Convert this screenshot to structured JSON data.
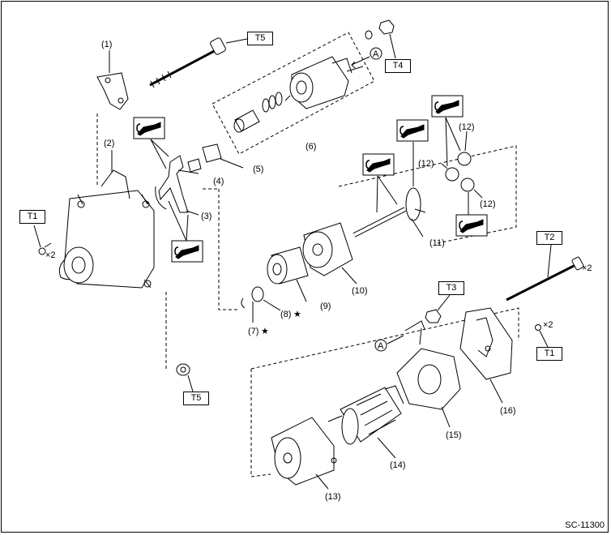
{
  "figure_id": "SC-11300",
  "callouts": {
    "p1": "(1)",
    "p2": "(2)",
    "p3": "(3)",
    "p4": "(4)",
    "p5": "(5)",
    "p6": "(6)",
    "p7": "(7)",
    "p8": "(8)",
    "p9": "(9)",
    "p10": "(10)",
    "p11": "(11)",
    "p12a": "(12)",
    "p12b": "(12)",
    "p12c": "(12)",
    "p13": "(13)",
    "p14": "(14)",
    "p15": "(15)",
    "p16": "(16)"
  },
  "torque_tags": {
    "t5_top": "T5",
    "t4": "T4",
    "t1_left": "T1",
    "t2": "T2",
    "t3": "T3",
    "t1_right": "T1",
    "t5_bottom": "T5"
  },
  "quantities": {
    "q_left": "×2",
    "q_t2": "×2",
    "q_t1r": "×2"
  },
  "stars": {
    "s7": "★",
    "s8": "★"
  },
  "circle_a": {
    "a_top": "A",
    "a_mid": "A"
  },
  "icons": [
    "grease-icon"
  ]
}
